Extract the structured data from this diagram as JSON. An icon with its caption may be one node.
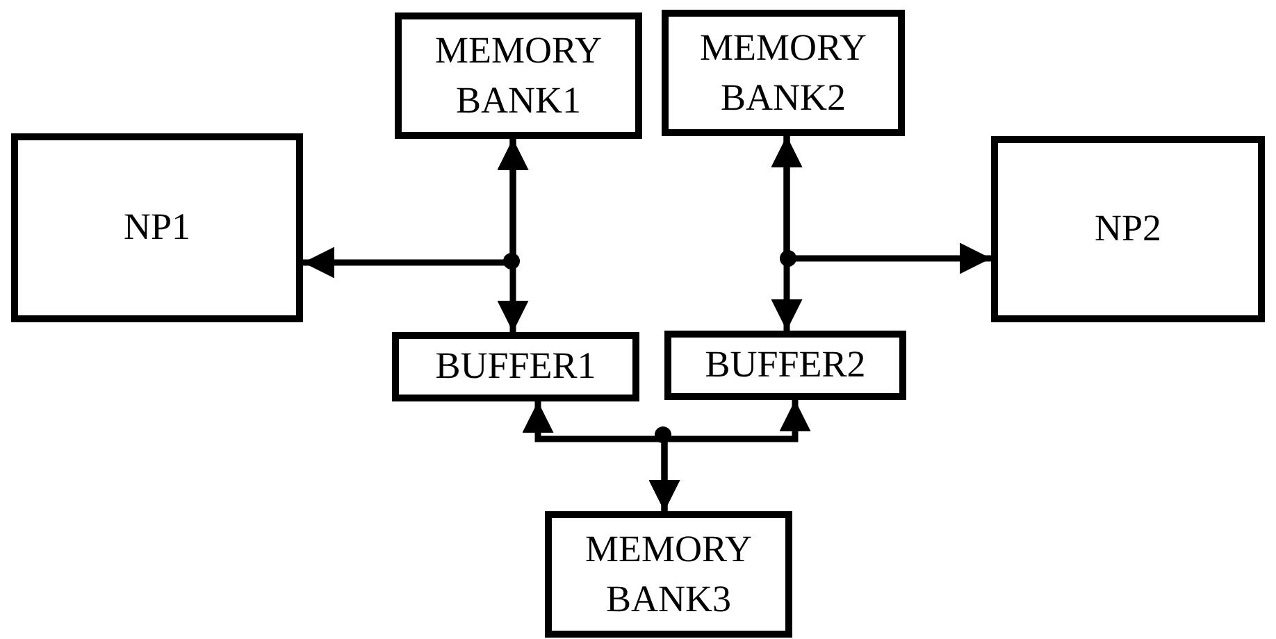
{
  "diagram": {
    "nodes": [
      {
        "text": [
          "MEMORY BANK1"
        ]
      },
      {
        "text": [
          "MEMORY BANK2"
        ]
      },
      {
        "text": [
          "NP1"
        ]
      },
      {
        "text": [
          "NP2"
        ]
      },
      {
        "text": [
          "BUFFER1"
        ]
      },
      {
        "text": [
          "BUFFER2"
        ]
      },
      {
        "text": [
          "MEMORY BANK3"
        ]
      }
    ],
    "edges": [
      {
        "from": 0,
        "to": 4,
        "arrow": "both"
      },
      {
        "from": 0,
        "to": 2,
        "arrow": "both"
      },
      {
        "from": 1,
        "to": 5,
        "arrow": "both"
      },
      {
        "from": 1,
        "to": 3,
        "arrow": "both"
      },
      {
        "from": 6,
        "to": 4,
        "arrow": "both"
      },
      {
        "from": 6,
        "to": 5,
        "arrow": "both"
      }
    ]
  }
}
